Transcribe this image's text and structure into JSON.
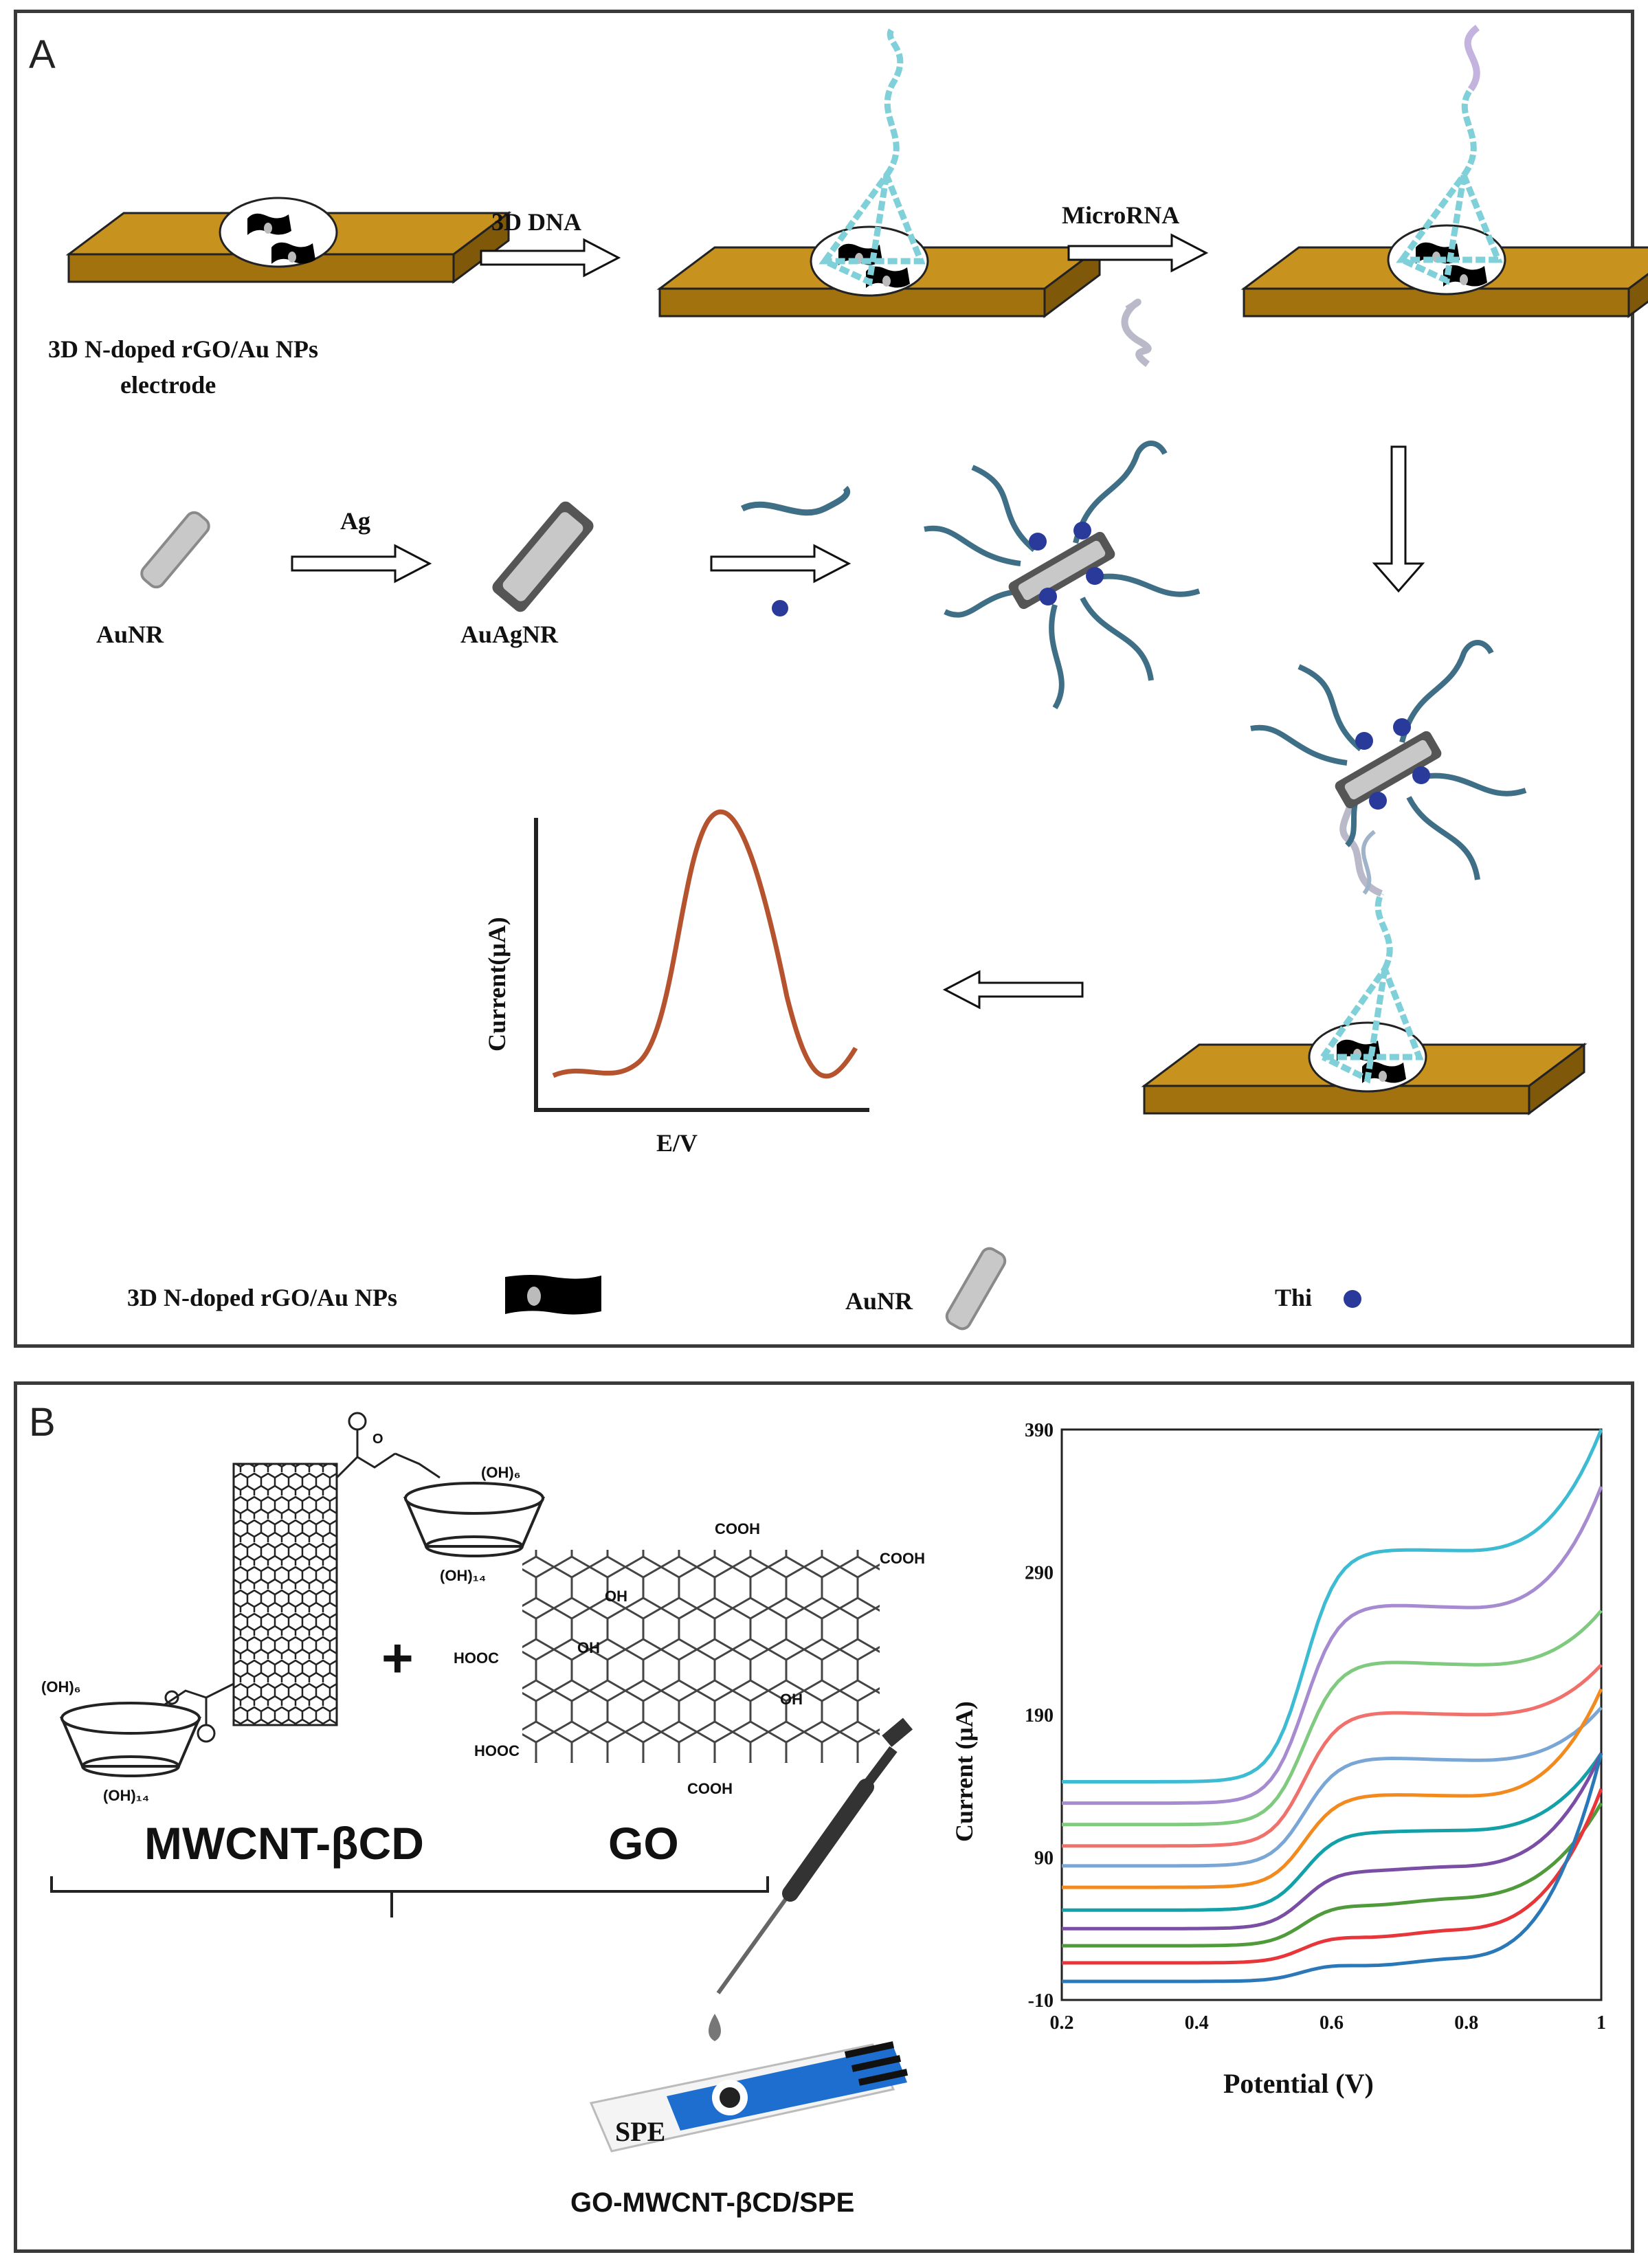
{
  "panel_a": {
    "letter": "A",
    "electrode_label_line1": "3D N-doped rGO/Au NPs",
    "electrode_label_line2": "electrode",
    "arrow_3d_dna": "3D DNA",
    "arrow_microrna": "MicroRNA",
    "aunr_label": "AuNR",
    "arrow_ag": "Ag",
    "auagnr_label": "AuAgNR",
    "plot_ylabel": "Current(μA)",
    "plot_xlabel": "E/V",
    "legend": {
      "rgo_label": "3D N-doped rGO/Au NPs",
      "aunr_label": "AuNR",
      "thi_label": "Thi"
    },
    "colors": {
      "electrode": "#b8861c",
      "dna": "#7fd0d8",
      "strand": "#3f6f86",
      "thi": "#2a3a9a",
      "peak": "#b5532e"
    }
  },
  "panel_b": {
    "letter": "B",
    "mwcnt_label": "MWCNT-βCD",
    "go_label": "GO",
    "plus": "+",
    "spe_label": "SPE",
    "product_label": "GO-MWCNT-βCD/SPE",
    "chem": {
      "oh6": "(OH)₆",
      "oh14": "(OH)₁₄",
      "cooh": "COOH",
      "hooc": "HOOC",
      "oh": "OH",
      "o": "O"
    }
  },
  "chart_data": {
    "type": "line",
    "xlabel": "Potential (V)",
    "ylabel": "Current (μA)",
    "xlim": [
      0.2,
      1.0
    ],
    "ylim": [
      -10,
      390
    ],
    "xticks": [
      "0.2",
      "0.4",
      "0.6",
      "0.8",
      "1"
    ],
    "yticks": [
      "-10",
      "90",
      "190",
      "290",
      "390"
    ],
    "grid": false,
    "series": [
      {
        "color": "#3dbbd3",
        "baseline": 143,
        "peak": 305,
        "dip": 300,
        "end": 390
      },
      {
        "color": "#a78bd0",
        "baseline": 128,
        "peak": 265,
        "dip": 255,
        "end": 350
      },
      {
        "color": "#7fca7f",
        "baseline": 113,
        "peak": 225,
        "dip": 215,
        "end": 263
      },
      {
        "color": "#f0706c",
        "baseline": 98,
        "peak": 190,
        "dip": 182,
        "end": 225
      },
      {
        "color": "#7aa6d6",
        "baseline": 84,
        "peak": 158,
        "dip": 150,
        "end": 195
      },
      {
        "color": "#f28a1e",
        "baseline": 69,
        "peak": 133,
        "dip": 128,
        "end": 208
      },
      {
        "color": "#13a0a8",
        "baseline": 53,
        "peak": 109,
        "dip": 112,
        "end": 163
      },
      {
        "color": "#7b4ea6",
        "baseline": 40,
        "peak": 84,
        "dip": 95,
        "end": 163
      },
      {
        "color": "#4f9a3a",
        "baseline": 28,
        "peak": 62,
        "dip": 82,
        "end": 128
      },
      {
        "color": "#e8353a",
        "baseline": 16,
        "peak": 40,
        "dip": 62,
        "end": 138
      },
      {
        "color": "#2a78b8",
        "baseline": 3,
        "peak": 20,
        "dip": 42,
        "end": 163
      }
    ]
  }
}
